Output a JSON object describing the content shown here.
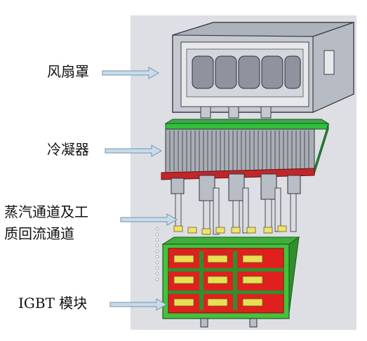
{
  "labels": {
    "fan_cover": "风扇罩",
    "condenser": "冷凝器",
    "channel_line1": "蒸汽通道及工",
    "channel_line2": "质回流通道",
    "igbt": "IGBT 模块"
  },
  "colors": {
    "panel_bg": "#dedfe4",
    "arrow_fill": "#c9dbe8",
    "arrow_stroke": "#6f95b5",
    "condenser_green": "#2fbf3a",
    "base_red": "#d8262a",
    "igbt_green": "#46c13e",
    "igbt_red": "#e0201f",
    "chip_yellow": "#e9df55",
    "fan_gray": "#bfc3cc"
  }
}
